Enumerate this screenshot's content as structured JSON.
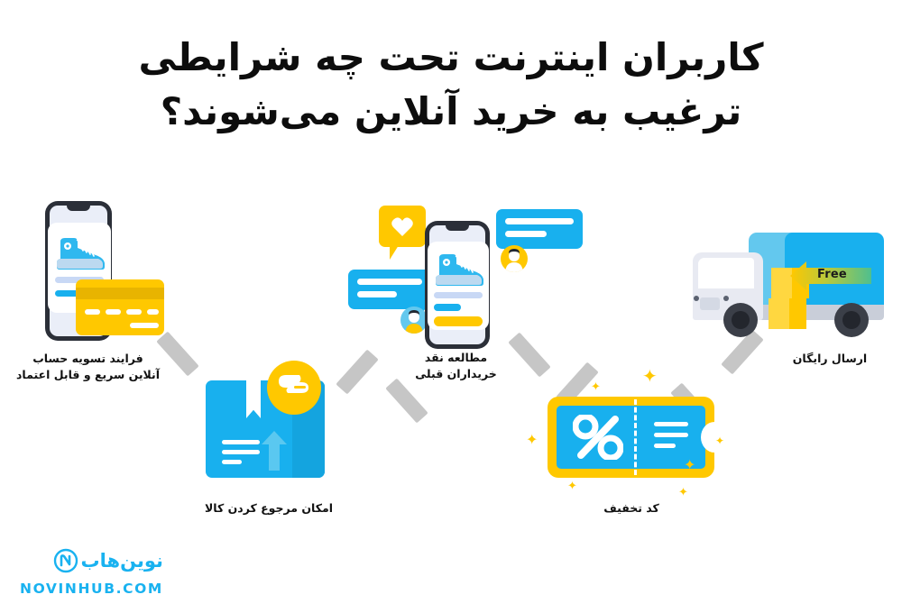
{
  "page": {
    "title_lines": [
      "کاربران اینترنت تحت چه شرایطی",
      "ترغیب به خرید آنلاین می‌شوند؟"
    ],
    "background": "#ffffff"
  },
  "colors": {
    "brand_blue": "#19b2f0",
    "icon_blue": "#18b0ee",
    "icon_blue_light": "#63c8ee",
    "yellow": "#ffc800",
    "yellow_light": "#ffd740",
    "dark": "#2b2f38",
    "gray_dash": "#c6c6c6",
    "text": "#111111"
  },
  "steps": [
    {
      "id": "checkout",
      "icon": "phone-with-credit-card-icon",
      "caption_lines": [
        "فرایند تسویه حساب",
        "آنلاین سریع و قابل اعتماد"
      ]
    },
    {
      "id": "returns",
      "icon": "return-package-box-icon",
      "caption_lines": [
        "امکان مرجوع کردن کالا"
      ]
    },
    {
      "id": "reviews",
      "icon": "phone-with-chat-reviews-icon",
      "caption_lines": [
        "مطالعه نقد",
        "خریداران قبلی"
      ]
    },
    {
      "id": "discount",
      "icon": "discount-coupon-icon",
      "caption_lines": [
        "کد تخفیف"
      ]
    },
    {
      "id": "shipping",
      "icon": "delivery-truck-icon",
      "caption_lines": [
        "ارسال رایگان"
      ],
      "badge": "Free"
    }
  ],
  "logo": {
    "mark": "novinhub-n-circle-icon",
    "name_fa": "نوین‌هاب",
    "url": "NOVINHUB.COM"
  }
}
